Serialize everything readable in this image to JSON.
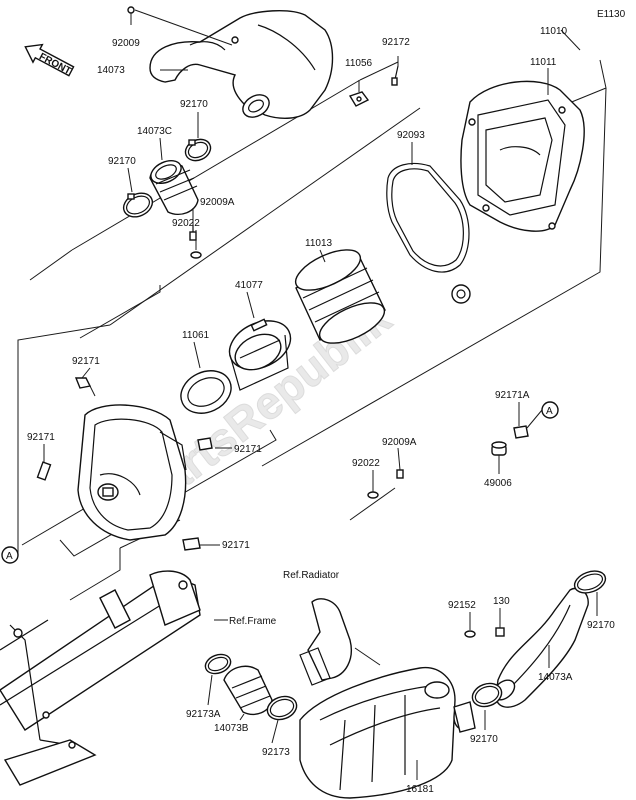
{
  "diagram_code": "E1130",
  "direction_label": "FRONT",
  "watermark": "PartsRepublik",
  "refs": {
    "radiator": "Ref.Radiator",
    "frame": "Ref.Frame"
  },
  "callouts": {
    "a_left": "A",
    "a_right": "A"
  },
  "labels": {
    "p92009_top": "92009",
    "p14073": "14073",
    "p11010": "11010",
    "p11011": "11011",
    "p92172": "92172",
    "p11056": "11056",
    "p92170_a": "92170",
    "p14073C": "14073C",
    "p92170_b": "92170",
    "p92093": "92093",
    "p92009A_a": "92009A",
    "p92022_a": "92022",
    "p11013": "11013",
    "p41077": "41077",
    "p11061": "11061",
    "p92171_a": "92171",
    "p92171_b": "92171",
    "p92171_c": "92171",
    "p92171_d": "92171",
    "p92171A": "92171A",
    "p92009A_b": "92009A",
    "p92022_b": "92022",
    "p49006": "49006",
    "p92152": "92152",
    "p130": "130",
    "p92170_c": "92170",
    "p92173A": "92173A",
    "p14073B": "14073B",
    "p92173": "92173",
    "p14073A": "14073A",
    "p92170_d": "92170",
    "p16181": "16181"
  }
}
